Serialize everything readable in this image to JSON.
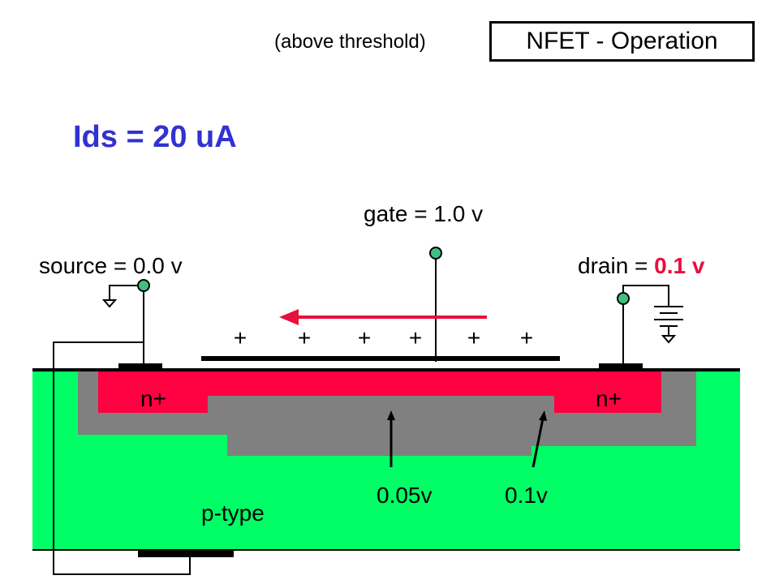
{
  "header": {
    "subtitle": "(above threshold)",
    "title": "NFET - Operation"
  },
  "current_label": "Ids = 20 uA",
  "terminals": {
    "gate": "gate = 1.0 v",
    "source": "source = 0.0 v",
    "drain_prefix": "drain = ",
    "drain_value": "0.1 v"
  },
  "channel_charge": [
    "+",
    "+",
    "+",
    "+",
    "+",
    "+"
  ],
  "regions": {
    "source_diffusion": "n+",
    "drain_diffusion": "n+",
    "substrate": "p-type"
  },
  "channel_potentials": {
    "middle": "0.05v",
    "drain_end": "0.1v"
  },
  "colors": {
    "substrate": "#00ff66",
    "depletion": "#808080",
    "n_plus": "#ff0040",
    "current_arrow": "#e8103c",
    "terminal_node": "#40c080",
    "title_current": "#3232d2"
  }
}
